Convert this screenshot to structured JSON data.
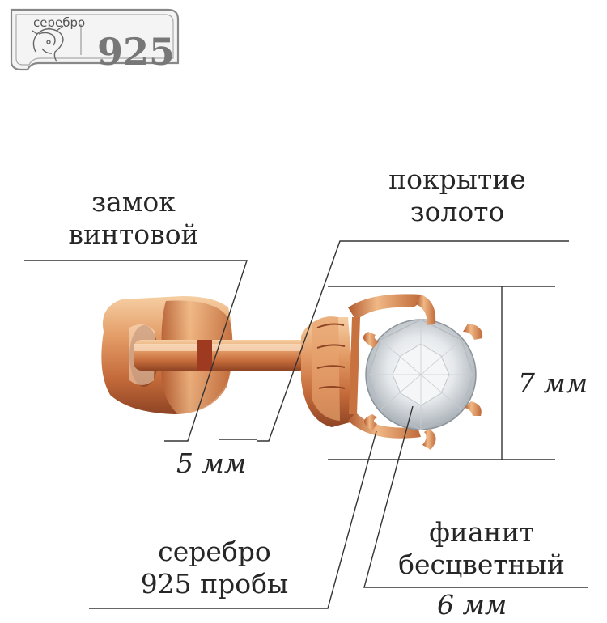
{
  "hallmark": {
    "metal_label": "серебро",
    "fineness": "925"
  },
  "labels": {
    "lock_line1": "замок",
    "lock_line2": "винтовой",
    "plating_line1": "покрытие",
    "plating_line2": "золото",
    "height_dim": "7 мм",
    "lock_dim": "5 мм",
    "metal_line1": "серебро",
    "metal_line2": "925 пробы",
    "stone_line1": "фианит",
    "stone_line2": "бесцветный",
    "stone_dim": "6 мм"
  },
  "colors": {
    "gold_light": "#f3c090",
    "gold_mid": "#d9895a",
    "gold_dark": "#a4552e",
    "leader": "#333333"
  }
}
